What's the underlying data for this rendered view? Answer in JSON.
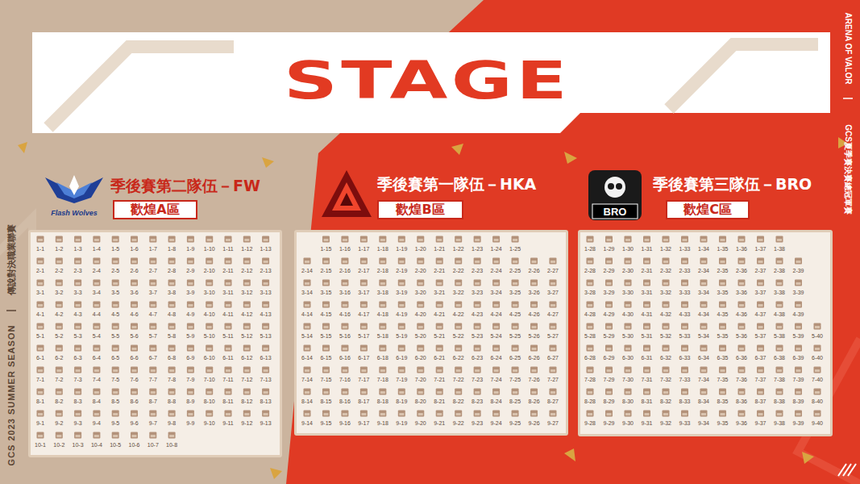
{
  "diagram": {
    "nodes": [
      {
        "text": [
          "STAGE"
        ]
      },
      {
        "text": [
          "季後賽第二隊伍－FW"
        ]
      },
      {
        "text": [
          "歡煌A區"
        ]
      },
      {
        "text": [
          "季後賽第一隊伍－HKA"
        ]
      },
      {
        "text": [
          "歡煌B區"
        ]
      },
      {
        "text": [
          "季後賽第三隊伍－BRO"
        ]
      },
      {
        "text": [
          "歡煌C區"
        ]
      }
    ],
    "labels": [
      "ARENA OF VALOR",
      "GCS夏季賽決賽總冠軍賽",
      "GCS 2023 SUMMER SEASON",
      "傳說對決職業聯賽",
      "Flash Wolves",
      "BRO",
      "1-1",
      "1-2",
      "1-3",
      "1-4",
      "1-5",
      "1-6",
      "1-7",
      "1-8",
      "1-9",
      "1-10",
      "1-11",
      "1-12",
      "1-13",
      "2-1",
      "2-2",
      "2-3",
      "2-4",
      "2-5",
      "2-6",
      "2-7",
      "2-8",
      "2-9",
      "2-10",
      "2-11",
      "2-12",
      "2-13",
      "3-1",
      "3-2",
      "3-3",
      "3-4",
      "3-5",
      "3-6",
      "3-7",
      "3-8",
      "3-9",
      "3-10",
      "3-11",
      "3-12",
      "3-13",
      "4-1",
      "4-2",
      "4-3",
      "4-4",
      "4-5",
      "4-6",
      "4-7",
      "4-8",
      "4-9",
      "4-10",
      "4-11",
      "4-12",
      "4-13",
      "5-1",
      "5-2",
      "5-3",
      "5-4",
      "5-5",
      "5-6",
      "5-7",
      "5-8",
      "5-9",
      "5-10",
      "5-11",
      "5-12",
      "5-13",
      "6-1",
      "6-2",
      "6-3",
      "6-4",
      "6-5",
      "6-6",
      "6-7",
      "6-8",
      "6-9",
      "6-10",
      "6-11",
      "6-12",
      "6-13",
      "7-1",
      "7-2",
      "7-3",
      "7-4",
      "7-5",
      "7-6",
      "7-7",
      "7-8",
      "7-9",
      "7-10",
      "7-11",
      "7-12",
      "7-13",
      "8-1",
      "8-2",
      "8-3",
      "8-4",
      "8-5",
      "8-6",
      "8-7",
      "8-8",
      "8-9",
      "8-10",
      "8-11",
      "8-12",
      "8-13",
      "9-1",
      "9-2",
      "9-3",
      "9-4",
      "9-5",
      "9-6",
      "9-7",
      "9-8",
      "9-9",
      "9-10",
      "9-11",
      "9-12",
      "9-13",
      "10-1",
      "10-2",
      "10-3",
      "10-4",
      "10-5",
      "10-6",
      "10-7",
      "10-8",
      "1-15",
      "1-16",
      "1-17",
      "1-18",
      "1-19",
      "1-20",
      "1-21",
      "1-22",
      "1-23",
      "1-24",
      "1-25",
      "2-14",
      "2-15",
      "2-16",
      "2-17",
      "2-18",
      "2-19",
      "2-20",
      "2-21",
      "2-22",
      "2-23",
      "2-24",
      "2-25",
      "2-26",
      "2-27",
      "3-14",
      "3-15",
      "3-16",
      "3-17",
      "3-18",
      "3-19",
      "3-20",
      "3-21",
      "3-22",
      "3-23",
      "3-24",
      "3-25",
      "3-26",
      "3-27",
      "4-14",
      "4-15",
      "4-16",
      "4-17",
      "4-18",
      "4-19",
      "4-20",
      "4-21",
      "4-22",
      "4-23",
      "4-24",
      "4-25",
      "4-26",
      "4-27",
      "5-14",
      "5-15",
      "5-16",
      "5-17",
      "5-18",
      "5-19",
      "5-20",
      "5-21",
      "5-22",
      "5-23",
      "5-24",
      "5-25",
      "5-26",
      "5-27",
      "6-14",
      "6-15",
      "6-16",
      "6-17",
      "6-18",
      "6-19",
      "6-20",
      "6-21",
      "6-22",
      "6-23",
      "6-24",
      "6-25",
      "6-26",
      "6-27",
      "7-14",
      "7-15",
      "7-16",
      "7-17",
      "7-18",
      "7-19",
      "7-20",
      "7-21",
      "7-22",
      "7-23",
      "7-24",
      "7-25",
      "7-26",
      "7-27",
      "8-14",
      "8-15",
      "8-16",
      "8-17",
      "8-18",
      "8-19",
      "8-20",
      "8-21",
      "8-22",
      "8-23",
      "8-24",
      "8-25",
      "8-26",
      "8-27",
      "9-14",
      "9-15",
      "9-16",
      "9-17",
      "9-18",
      "9-19",
      "9-20",
      "9-21",
      "9-22",
      "9-23",
      "9-24",
      "9-25",
      "9-26",
      "9-27",
      "1-28",
      "1-29",
      "1-30",
      "1-31",
      "1-32",
      "1-33",
      "1-34",
      "1-35",
      "1-36",
      "1-37",
      "1-38",
      "2-28",
      "2-29",
      "2-30",
      "2-31",
      "2-32",
      "2-33",
      "2-34",
      "2-35",
      "2-36",
      "2-37",
      "2-38",
      "2-39",
      "3-28",
      "3-29",
      "3-30",
      "3-31",
      "3-32",
      "3-33",
      "3-34",
      "3-35",
      "3-36",
      "3-37",
      "3-38",
      "3-39",
      "4-28",
      "4-29",
      "4-30",
      "4-31",
      "4-32",
      "4-33",
      "4-34",
      "4-35",
      "4-36",
      "4-37",
      "4-38",
      "4-39",
      "5-28",
      "5-29",
      "5-30",
      "5-31",
      "5-32",
      "5-33",
      "5-34",
      "5-35",
      "5-36",
      "5-37",
      "5-38",
      "5-39",
      "5-40",
      "6-28",
      "6-29",
      "6-30",
      "6-31",
      "6-32",
      "6-33",
      "6-34",
      "6-35",
      "6-36",
      "6-37",
      "6-38",
      "6-39",
      "6-40",
      "7-28",
      "7-29",
      "7-30",
      "7-31",
      "7-32",
      "7-33",
      "7-34",
      "7-35",
      "7-36",
      "7-37",
      "7-38",
      "7-39",
      "7-40",
      "8-28",
      "8-29",
      "8-30",
      "8-31",
      "8-32",
      "8-33",
      "8-34",
      "8-35",
      "8-36",
      "8-37",
      "8-38",
      "8-39",
      "8-40",
      "9-28",
      "9-29",
      "9-30",
      "9-31",
      "9-32",
      "9-33",
      "9-34",
      "9-35",
      "9-36",
      "9-37",
      "9-38",
      "9-39",
      "9-40"
    ]
  }
}
